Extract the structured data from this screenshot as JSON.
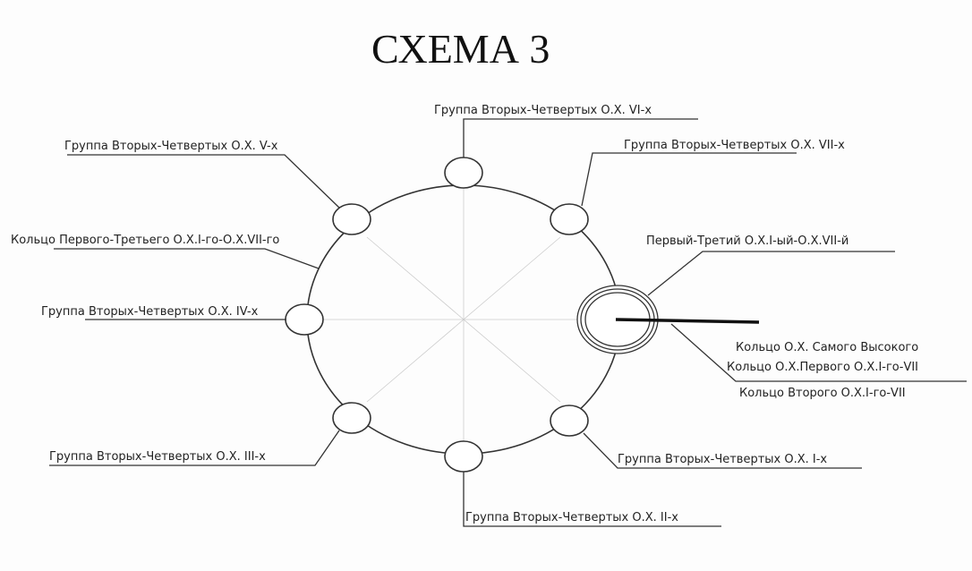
{
  "title": "СХЕМА 3",
  "labels": {
    "group_vi": "Группа Вторых-Четвертых О.Х. VI-х",
    "group_vii": "Группа Вторых-Четвертых О.Х. VII-х",
    "group_v": "Группа Вторых-Четвертых О.Х. V-х",
    "ring_first_third": "Кольцо Первого-Третьего О.Х.I-го-О.Х.VII-го",
    "first_third": "Первый-Третий О.Х.I-ый-О.Х.VII-й",
    "group_iv": "Группа Вторых-Четвертых О.Х. IV-х",
    "ring_highest": "Кольцо О.Х. Самого Высокого",
    "ring_first": "Кольцо О.Х.Первого О.Х.I-го-VII",
    "ring_second": "Кольцо Второго О.Х.I-го-VII",
    "group_iii": "Группа Вторых-Четвертых О.Х. III-х",
    "group_i": "Группа Вторых-Четвертых О.Х. I-х",
    "group_ii": "Группа Вторых-Четвертых О.Х. II-х"
  }
}
